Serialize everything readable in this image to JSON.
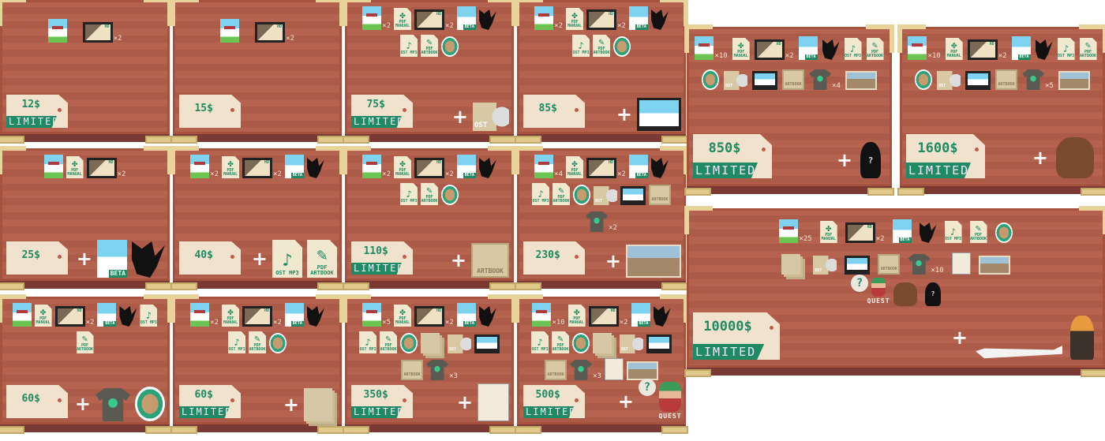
{
  "labels": {
    "limited": "LIMITED",
    "plus": "+",
    "hd": "HD",
    "beta": "BETA",
    "manual": "PDF MANUAL",
    "ostmp3": "OST MP3",
    "pdfartbook": "PDF ARTBOOK",
    "ost": "OST",
    "artbook": "ARTBOOK",
    "quest": "QUEST",
    "question": "?"
  },
  "colors": {
    "wood": "#b5624f",
    "accent": "#1f8a63",
    "tag": "#f0e2cd",
    "trim": "#e8d49a"
  },
  "tiers": [
    {
      "price": "12$",
      "limited": true,
      "items": [
        [
          "game",
          ""
        ],
        [
          "monitor",
          "×2"
        ]
      ],
      "bonus": []
    },
    {
      "price": "15$",
      "limited": false,
      "items": [
        [
          "game",
          ""
        ],
        [
          "monitor",
          "×2"
        ]
      ],
      "bonus": []
    },
    {
      "price": "75$",
      "limited": true,
      "items": [
        [
          "game",
          "×2"
        ],
        [
          "manual",
          ""
        ],
        [
          "monitor",
          "×2"
        ],
        [
          "beta",
          ""
        ],
        [
          "cat",
          ""
        ],
        [
          "ostmp3",
          ""
        ],
        [
          "pdfartbook",
          ""
        ],
        [
          "sticker",
          ""
        ]
      ],
      "bonus": [
        "ostcd"
      ]
    },
    {
      "price": "85$",
      "limited": false,
      "items": [
        [
          "game",
          "×2"
        ],
        [
          "manual",
          ""
        ],
        [
          "monitor",
          "×2"
        ],
        [
          "beta",
          ""
        ],
        [
          "cat",
          ""
        ],
        [
          "ostmp3",
          ""
        ],
        [
          "pdfartbook",
          ""
        ],
        [
          "sticker",
          ""
        ]
      ],
      "bonus": [
        "box"
      ]
    },
    {
      "price": "25$",
      "limited": false,
      "items": [
        [
          "game",
          ""
        ],
        [
          "manual",
          ""
        ],
        [
          "monitor",
          "×2"
        ]
      ],
      "bonus": [
        "beta",
        "cat"
      ]
    },
    {
      "price": "40$",
      "limited": false,
      "items": [
        [
          "game",
          "×2"
        ],
        [
          "manual",
          ""
        ],
        [
          "monitor",
          "×2"
        ],
        [
          "beta",
          ""
        ],
        [
          "cat",
          ""
        ]
      ],
      "bonus": [
        "ostmp3",
        "pdfartbook"
      ]
    },
    {
      "price": "110$",
      "limited": true,
      "items": [
        [
          "game",
          "×2"
        ],
        [
          "manual",
          ""
        ],
        [
          "monitor",
          "×2"
        ],
        [
          "beta",
          ""
        ],
        [
          "cat",
          ""
        ],
        [
          "ostmp3",
          ""
        ],
        [
          "pdfartbook",
          ""
        ],
        [
          "sticker",
          ""
        ]
      ],
      "bonus": [
        "artbook"
      ]
    },
    {
      "price": "230$",
      "limited": false,
      "items": [
        [
          "game",
          "×4"
        ],
        [
          "manual",
          ""
        ],
        [
          "monitor",
          "×2"
        ],
        [
          "beta",
          ""
        ],
        [
          "cat",
          ""
        ],
        [
          "ostmp3",
          ""
        ],
        [
          "pdfartbook",
          ""
        ],
        [
          "sticker",
          ""
        ],
        [
          "ostcd",
          ""
        ],
        [
          "box",
          ""
        ],
        [
          "artbook",
          ""
        ],
        [
          "tshirt",
          "×2"
        ]
      ],
      "bonus": [
        "painting"
      ]
    },
    {
      "price": "60$",
      "limited": false,
      "items": [
        [
          "game",
          ""
        ],
        [
          "manual",
          ""
        ],
        [
          "monitor",
          "×2"
        ],
        [
          "beta",
          ""
        ],
        [
          "cat",
          ""
        ],
        [
          "ostmp3",
          ""
        ],
        [
          "pdfartbook",
          ""
        ]
      ],
      "bonus": [
        "tshirt",
        "sticker"
      ]
    },
    {
      "price": "60$",
      "limited": true,
      "items": [
        [
          "game",
          "×2"
        ],
        [
          "manual",
          ""
        ],
        [
          "monitor",
          "×2"
        ],
        [
          "beta",
          ""
        ],
        [
          "cat",
          ""
        ],
        [
          "ostmp3",
          ""
        ],
        [
          "pdfartbook",
          ""
        ],
        [
          "sticker",
          ""
        ]
      ],
      "bonus": [
        "prints"
      ]
    },
    {
      "price": "350$",
      "limited": true,
      "items": [
        [
          "game",
          "×5"
        ],
        [
          "manual",
          ""
        ],
        [
          "monitor",
          "×2"
        ],
        [
          "beta",
          ""
        ],
        [
          "cat",
          ""
        ],
        [
          "ostmp3",
          ""
        ],
        [
          "pdfartbook",
          ""
        ],
        [
          "sticker",
          ""
        ],
        [
          "prints",
          ""
        ],
        [
          "ostcd",
          ""
        ],
        [
          "box",
          ""
        ],
        [
          "artbook",
          ""
        ],
        [
          "tshirt",
          "×3"
        ]
      ],
      "bonus": [
        "sketch"
      ]
    },
    {
      "price": "500$",
      "limited": true,
      "items": [
        [
          "game",
          "×10"
        ],
        [
          "manual",
          ""
        ],
        [
          "monitor",
          "×2"
        ],
        [
          "beta",
          ""
        ],
        [
          "cat",
          ""
        ],
        [
          "ostmp3",
          ""
        ],
        [
          "pdfartbook",
          ""
        ],
        [
          "sticker",
          ""
        ],
        [
          "prints",
          ""
        ],
        [
          "ostcd",
          ""
        ],
        [
          "box",
          ""
        ],
        [
          "artbook",
          ""
        ],
        [
          "tshirt",
          "×3"
        ],
        [
          "sketch",
          ""
        ],
        [
          "painting",
          ""
        ]
      ],
      "bonus": [
        "npc"
      ]
    },
    {
      "price": "850$",
      "limited": true,
      "items": [
        [
          "game",
          "×10"
        ],
        [
          "manual",
          ""
        ],
        [
          "monitor",
          "×2"
        ],
        [
          "beta",
          ""
        ],
        [
          "cat",
          ""
        ],
        [
          "ostmp3",
          ""
        ],
        [
          "pdfartbook",
          ""
        ],
        [
          "sticker",
          ""
        ],
        [
          "ostcd",
          ""
        ],
        [
          "box",
          ""
        ],
        [
          "artbook",
          ""
        ],
        [
          "tshirt",
          "×4"
        ],
        [
          "painting",
          ""
        ]
      ],
      "bonus": [
        "shadow"
      ]
    },
    {
      "price": "1600$",
      "limited": true,
      "items": [
        [
          "game",
          "×10"
        ],
        [
          "manual",
          ""
        ],
        [
          "monitor",
          "×2"
        ],
        [
          "beta",
          ""
        ],
        [
          "cat",
          ""
        ],
        [
          "ostmp3",
          ""
        ],
        [
          "pdfartbook",
          ""
        ],
        [
          "sticker",
          ""
        ],
        [
          "ostcd",
          ""
        ],
        [
          "box",
          ""
        ],
        [
          "artbook",
          ""
        ],
        [
          "tshirt",
          "×5"
        ],
        [
          "painting",
          ""
        ]
      ],
      "bonus": [
        "backpack"
      ]
    },
    {
      "price": "10000$",
      "limited": true,
      "items": [
        [
          "game",
          "×25"
        ],
        [
          "manual",
          ""
        ],
        [
          "monitor",
          "×2"
        ],
        [
          "beta",
          ""
        ],
        [
          "cat",
          ""
        ],
        [
          "ostmp3",
          ""
        ],
        [
          "pdfartbook",
          ""
        ],
        [
          "sticker",
          ""
        ],
        [
          "prints",
          ""
        ],
        [
          "ostcd",
          ""
        ],
        [
          "box",
          ""
        ],
        [
          "artbook",
          ""
        ],
        [
          "tshirt",
          "×10"
        ],
        [
          "sketch",
          ""
        ],
        [
          "painting",
          ""
        ],
        [
          "npc",
          ""
        ],
        [
          "backpack",
          ""
        ],
        [
          "shadow",
          ""
        ]
      ],
      "bonus": [
        "plane",
        "person"
      ]
    }
  ]
}
